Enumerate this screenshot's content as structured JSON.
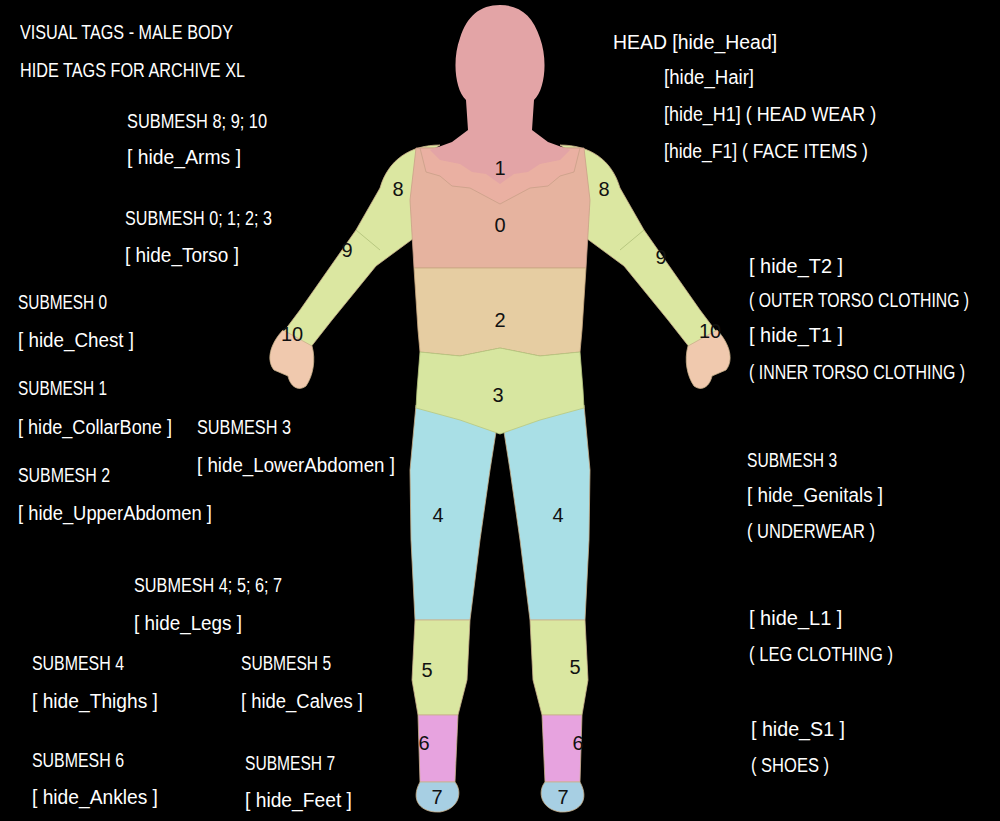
{
  "diagram": {
    "labels": [
      "VISUAL TAGS - MALE BODY",
      "HIDE TAGS FOR ARCHIVE XL",
      "SUBMESH 8; 9; 10",
      "[ hide_Arms ]",
      "SUBMESH 0; 1; 2; 3",
      "[ hide_Torso ]",
      "SUBMESH 0",
      "[ hide_Chest ]",
      "SUBMESH 1",
      "[ hide_CollarBone ]",
      "SUBMESH 3",
      "[ hide_LowerAbdomen ]",
      "SUBMESH 2",
      "[ hide_UpperAbdomen ]",
      "SUBMESH 4; 5; 6; 7",
      "[ hide_Legs ]",
      "SUBMESH 4",
      "[ hide_Thighs ]",
      "SUBMESH 5",
      "[ hide_Calves ]",
      "SUBMESH 6",
      "[ hide_Ankles ]",
      "SUBMESH 7",
      "[ hide_Feet ]",
      "HEAD [hide_Head]",
      "[hide_Hair]",
      "[hide_H1] ( HEAD WEAR )",
      "[hide_F1] ( FACE ITEMS )",
      "[ hide_T2 ]",
      "( OUTER TORSO CLOTHING )",
      "[ hide_T1 ]",
      "( INNER TORSO CLOTHING )",
      "SUBMESH 3",
      "[ hide_Genitals ]",
      "( UNDERWEAR )",
      "[ hide_L1 ]",
      "( LEG CLOTHING )",
      "[ hide_S1 ]",
      "( SHOES )",
      "1",
      "0",
      "8",
      "8",
      "9",
      "9",
      "10",
      "10",
      "2",
      "3",
      "4",
      "4",
      "5",
      "5",
      "6",
      "6",
      "7",
      "7"
    ]
  }
}
